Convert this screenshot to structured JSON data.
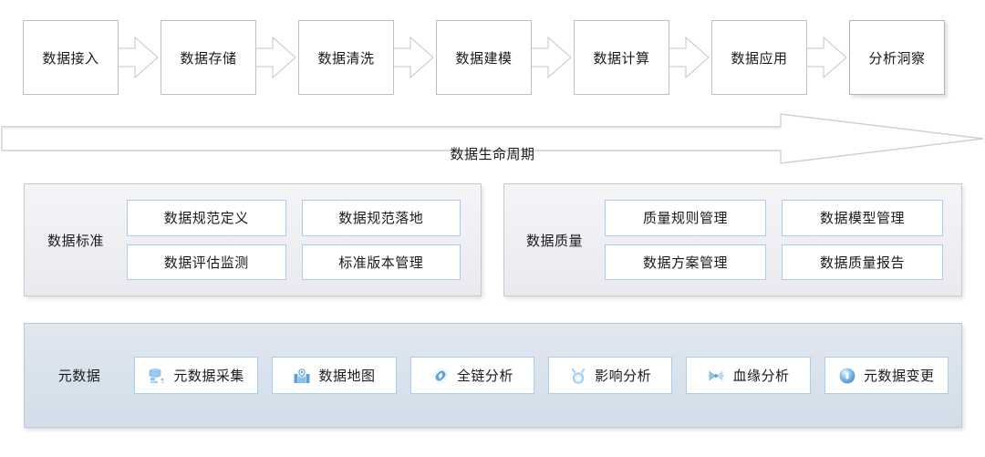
{
  "pipeline": {
    "stages": [
      {
        "label": "数据接入"
      },
      {
        "label": "数据存储"
      },
      {
        "label": "数据清洗"
      },
      {
        "label": "数据建模"
      },
      {
        "label": "数据计算"
      },
      {
        "label": "数据应用"
      },
      {
        "label": "分析洞察"
      }
    ]
  },
  "lifecycle": {
    "label": "数据生命周期"
  },
  "panels": [
    {
      "title": "数据标准",
      "tiles": [
        {
          "label": "数据规范定义"
        },
        {
          "label": "数据规范落地"
        },
        {
          "label": "数据评估监测"
        },
        {
          "label": "标准版本管理"
        }
      ]
    },
    {
      "title": "数据质量",
      "tiles": [
        {
          "label": "质量规则管理"
        },
        {
          "label": "数据模型管理"
        },
        {
          "label": "数据方案管理"
        },
        {
          "label": "数据质量报告"
        }
      ]
    }
  ],
  "metadata": {
    "title": "元数据",
    "items": [
      {
        "label": "元数据采集",
        "icon": "database-icon"
      },
      {
        "label": "数据地图",
        "icon": "map-pin-icon"
      },
      {
        "label": "全链分析",
        "icon": "chain-link-icon"
      },
      {
        "label": "影响分析",
        "icon": "medal-icon"
      },
      {
        "label": "血缘分析",
        "icon": "butterfly-nodes-icon"
      },
      {
        "label": "元数据变更",
        "icon": "sphere-icon"
      }
    ]
  },
  "colors": {
    "tile_border": "#a9cdf0",
    "stage_border": "#bfbfbf",
    "panel_grey": "#efeef3",
    "panel_blue": "#d8e2ec",
    "icon_blue": "#6ba7dd",
    "text": "#1a1a1a"
  }
}
